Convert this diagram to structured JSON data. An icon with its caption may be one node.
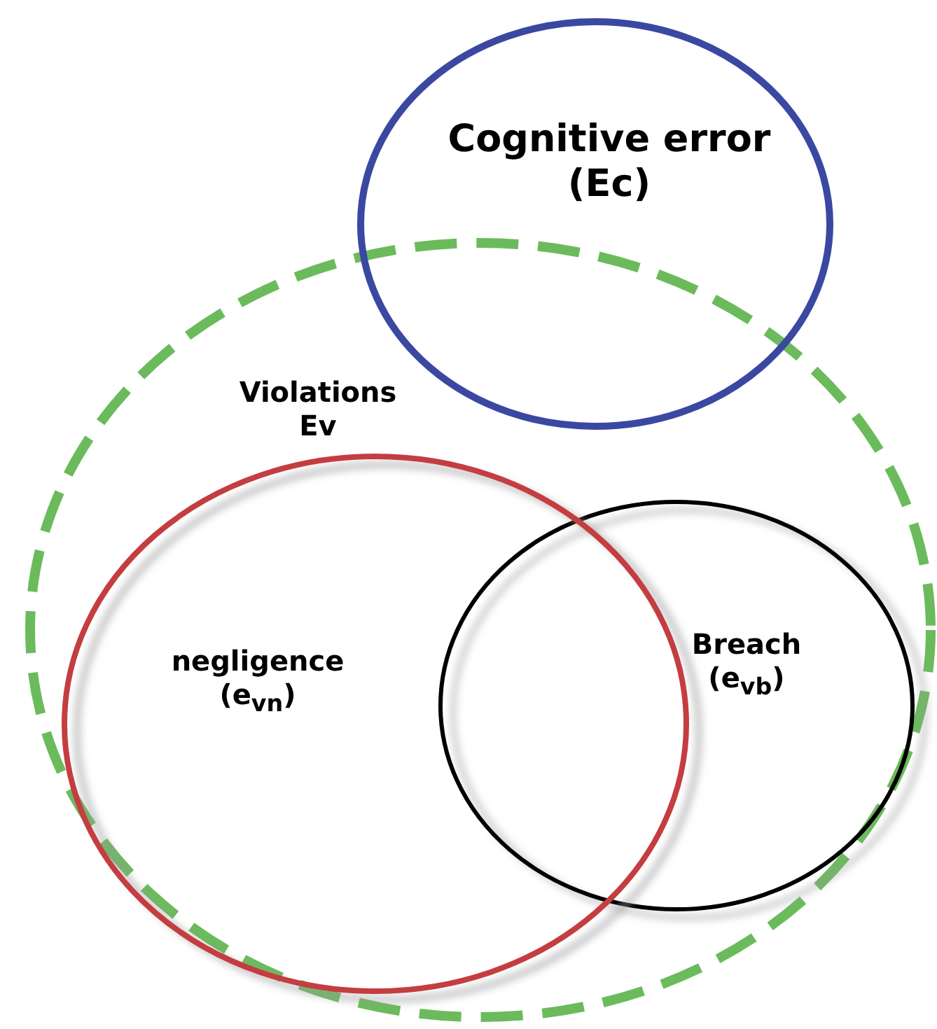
{
  "diagram": {
    "nodes": [
      {
        "text": [
          "Cognitive error (Ec)"
        ]
      },
      {
        "text": [
          "Violations Ev"
        ]
      },
      {
        "text": [
          "negligence (e$_{vn}$)"
        ],
        "in": 1
      },
      {
        "text": [
          "Breach (e$_{vb}$)"
        ],
        "in": 1
      }
    ]
  }
}
